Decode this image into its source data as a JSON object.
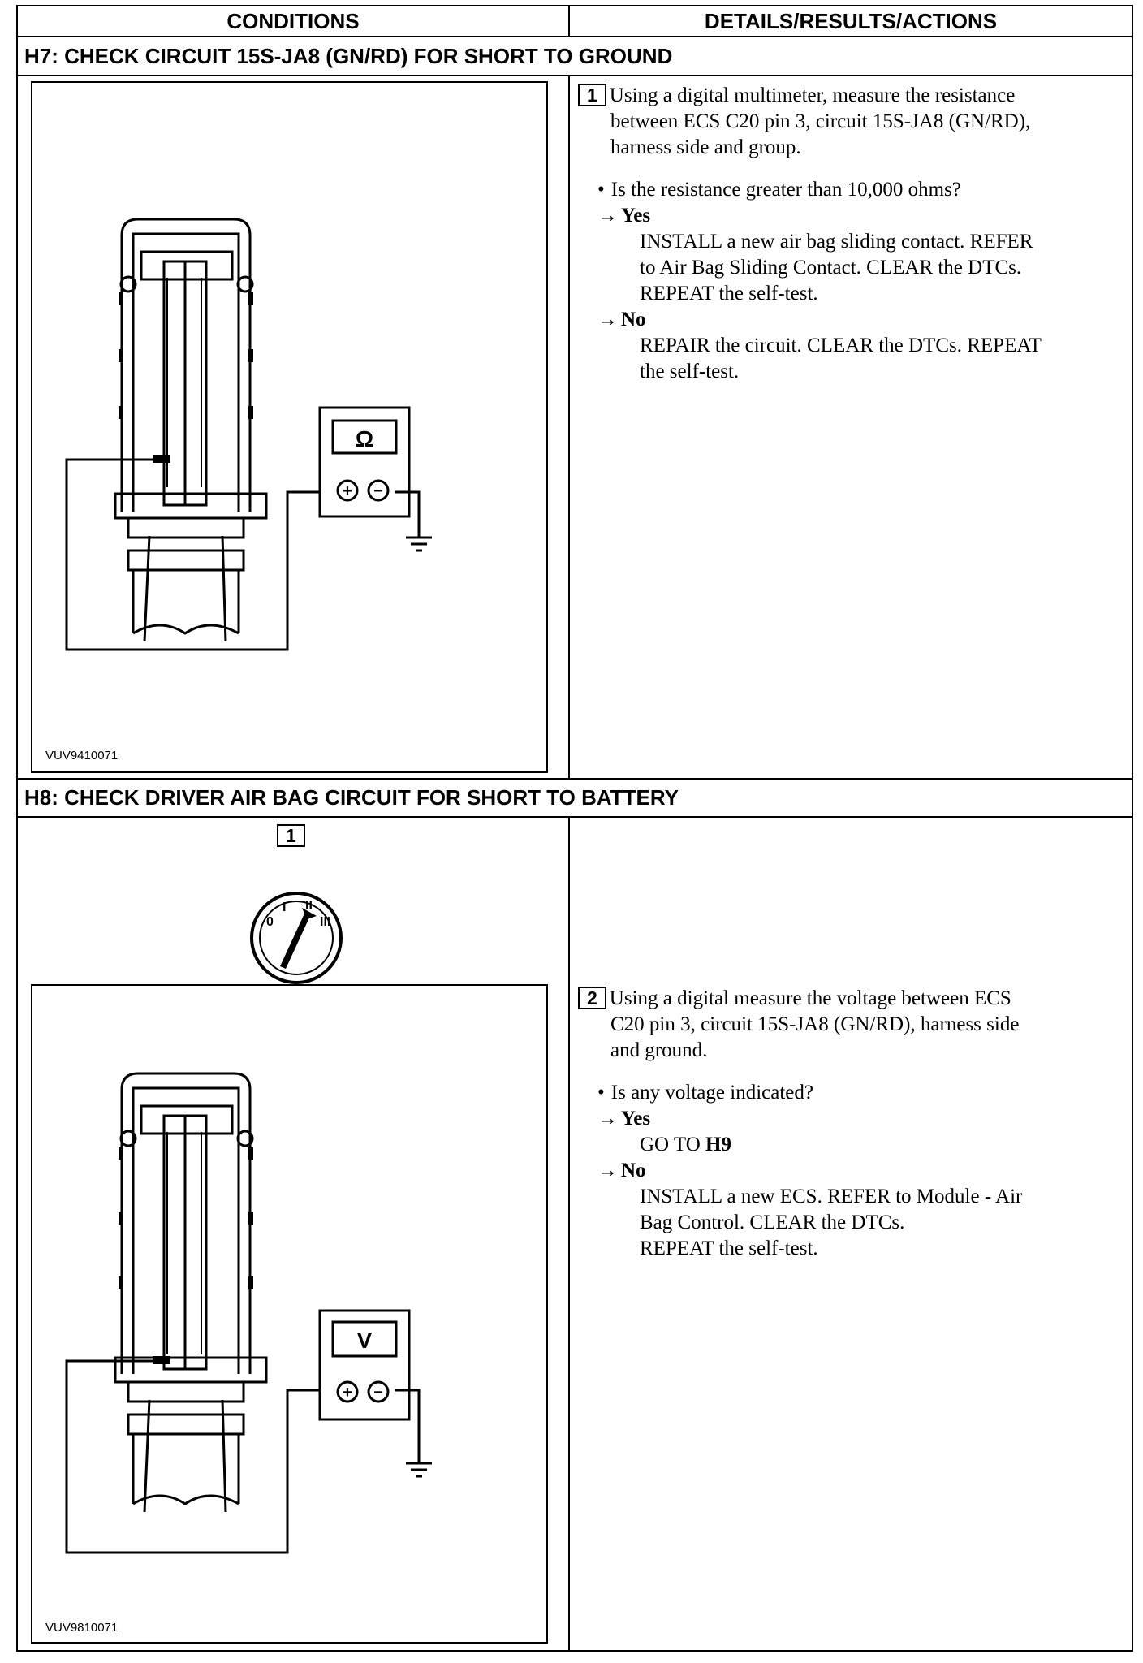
{
  "table": {
    "col_conditions": "CONDITIONS",
    "col_details": "DETAILS/RESULTS/ACTIONS"
  },
  "h7": {
    "title": "H7: CHECK CIRCUIT 15S-JA8 (GN/RD) FOR SHORT TO GROUND",
    "figure_id": "VUV9410071",
    "meter_symbol": "Ω",
    "step_number": "1",
    "step_text_l1": "Using a digital multimeter, measure the resistance",
    "step_text_l2": "between ECS C20 pin 3, circuit 15S-JA8 (GN/RD),",
    "step_text_l3": "harness side and group.",
    "question": "Is the resistance greater than 10,000 ohms?",
    "yes_label": "Yes",
    "yes_l1": "INSTALL a new air bag sliding contact. REFER",
    "yes_l2": "to Air Bag Sliding Contact. CLEAR the DTCs.",
    "yes_l3": "REPEAT the self-test.",
    "no_label": "No",
    "no_l1": "REPAIR the circuit. CLEAR the DTCs. REPEAT",
    "no_l2": "the self-test."
  },
  "h8": {
    "title": "H8: CHECK DRIVER AIR BAG CIRCUIT FOR SHORT TO BATTERY",
    "figure_id": "VUV9810071",
    "fig_step_number": "1",
    "ignition_labels": [
      "0",
      "I",
      "II",
      "III"
    ],
    "meter_symbol": "V",
    "step_number": "2",
    "step_text_l1": "Using a digital measure the voltage between ECS",
    "step_text_l2": "C20 pin 3, circuit 15S-JA8 (GN/RD), harness side",
    "step_text_l3": "and ground.",
    "question": "Is any voltage indicated?",
    "yes_label": "Yes",
    "yes_l1_prefix": "GO TO ",
    "yes_l1_target": "H9",
    "no_label": "No",
    "no_l1": "INSTALL a new ECS. REFER to Module - Air",
    "no_l2": "Bag Control. CLEAR the DTCs.",
    "no_l3": "REPEAT the self-test."
  },
  "symbols": {
    "arrow": "→",
    "plus": "+",
    "minus": "−"
  }
}
